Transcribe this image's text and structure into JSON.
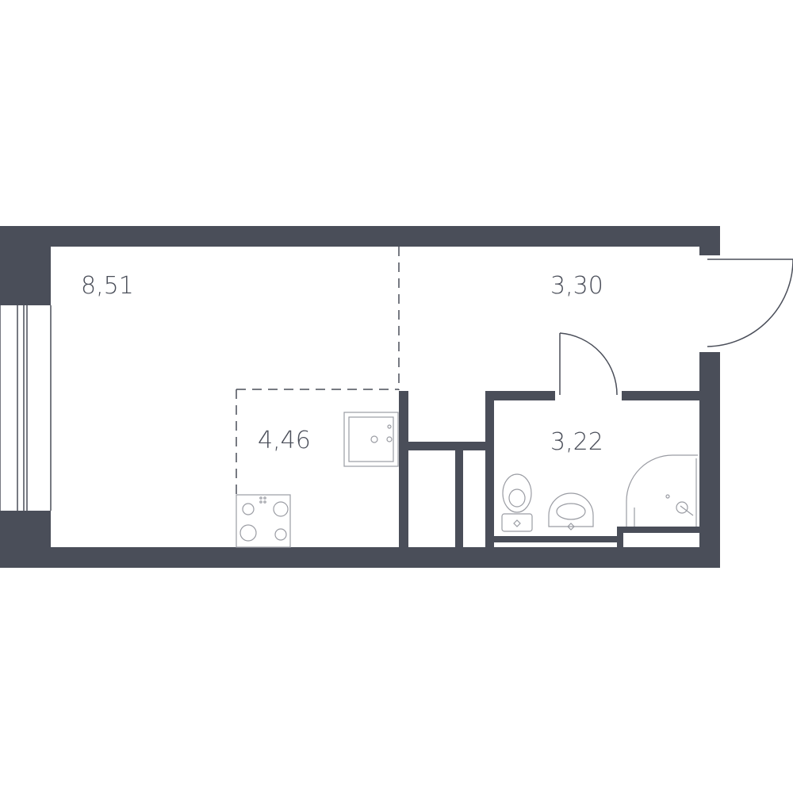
{
  "colors": {
    "wall": "#4a4e59",
    "line": "#4a4e59",
    "fixture": "#9a9ca3",
    "background": "#ffffff"
  },
  "rooms": {
    "living": {
      "area": "8,51"
    },
    "hall": {
      "area": "3,30"
    },
    "kitchen": {
      "area": "4,46"
    },
    "bathroom": {
      "area": "3,22"
    }
  }
}
